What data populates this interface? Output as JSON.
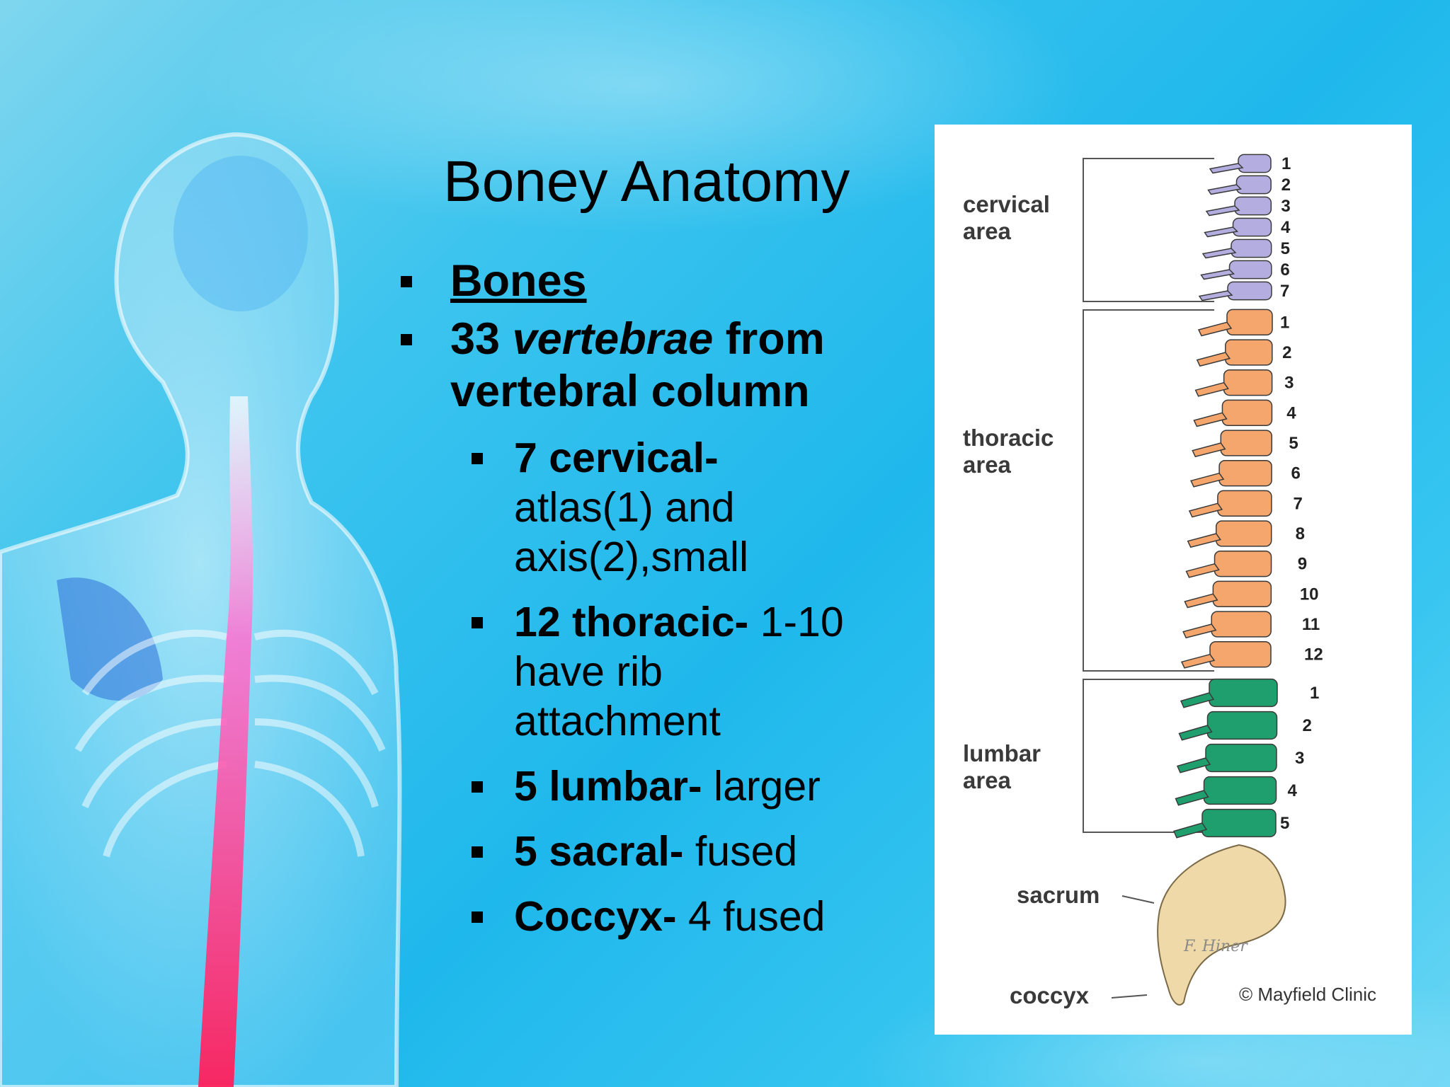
{
  "slide": {
    "title": "Boney Anatomy",
    "bullets": {
      "bones": "Bones",
      "vertebrae_prefix": "33 ",
      "vertebrae_italic": "vertebrae",
      "vertebrae_suffix": " from",
      "vertebrae_line2": "vertebral column",
      "cervical_bold": "7 cervical-",
      "cervical_line2": "atlas(1) and",
      "cervical_line3": "axis(2),small",
      "thoracic_bold": "12 thoracic-",
      "thoracic_text": " 1-10",
      "thoracic_line2": "have rib",
      "thoracic_line3": "attachment",
      "lumbar_bold": "5 lumbar-",
      "lumbar_text": " larger",
      "sacral_bold": "5 sacral-",
      "sacral_text": " fused",
      "coccyx_bold": "Coccyx-",
      "coccyx_text": " 4 fused"
    }
  },
  "diagram": {
    "labels": {
      "cervical_1": "cervical",
      "cervical_2": "area",
      "thoracic_1": "thoracic",
      "thoracic_2": "area",
      "lumbar_1": "lumbar",
      "lumbar_2": "area",
      "sacrum": "sacrum",
      "coccyx": "coccyx",
      "credit": "© Mayfield Clinic",
      "signature": "F. Hiner"
    },
    "cervical_numbers": [
      "1",
      "2",
      "3",
      "4",
      "5",
      "6",
      "7"
    ],
    "thoracic_numbers": [
      "1",
      "2",
      "3",
      "4",
      "5",
      "6",
      "7",
      "8",
      "9",
      "10",
      "11",
      "12"
    ],
    "lumbar_numbers": [
      "1",
      "2",
      "3",
      "4",
      "5"
    ],
    "colors": {
      "cervical": "#b4aee0",
      "thoracic": "#f4a66c",
      "lumbar": "#1f9e6e",
      "sacrum": "#efd9a8"
    }
  }
}
